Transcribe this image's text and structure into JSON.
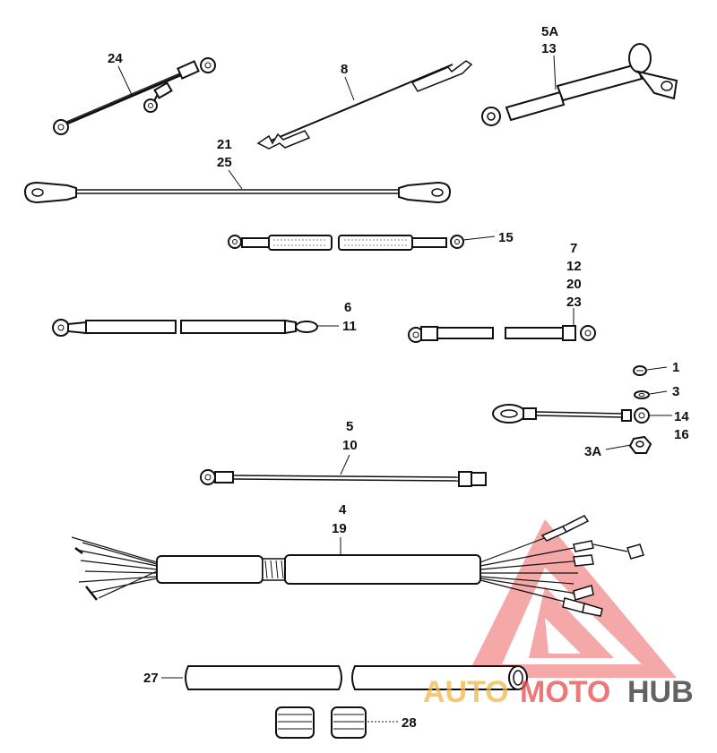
{
  "watermark": {
    "auto": "AUTO",
    "moto": "MOTO",
    "hub": "HUB",
    "colors": {
      "triangle": "#e84a4a",
      "auto": "#f2b545",
      "moto": "#e84a4a",
      "hub": "#3c3c3c"
    }
  },
  "callouts": {
    "c24": "24",
    "c8": "8",
    "c5a": "5A",
    "c13": "13",
    "c21": "21",
    "c25": "25",
    "c15": "15",
    "c7": "7",
    "c12": "12",
    "c20": "20",
    "c23": "23",
    "c6": "6",
    "c11": "11",
    "c1": "1",
    "c3": "3",
    "c14": "14",
    "c16": "16",
    "c3a": "3A",
    "c5": "5",
    "c10": "10",
    "c4": "4",
    "c19": "19",
    "c27": "27",
    "c28": "28"
  }
}
